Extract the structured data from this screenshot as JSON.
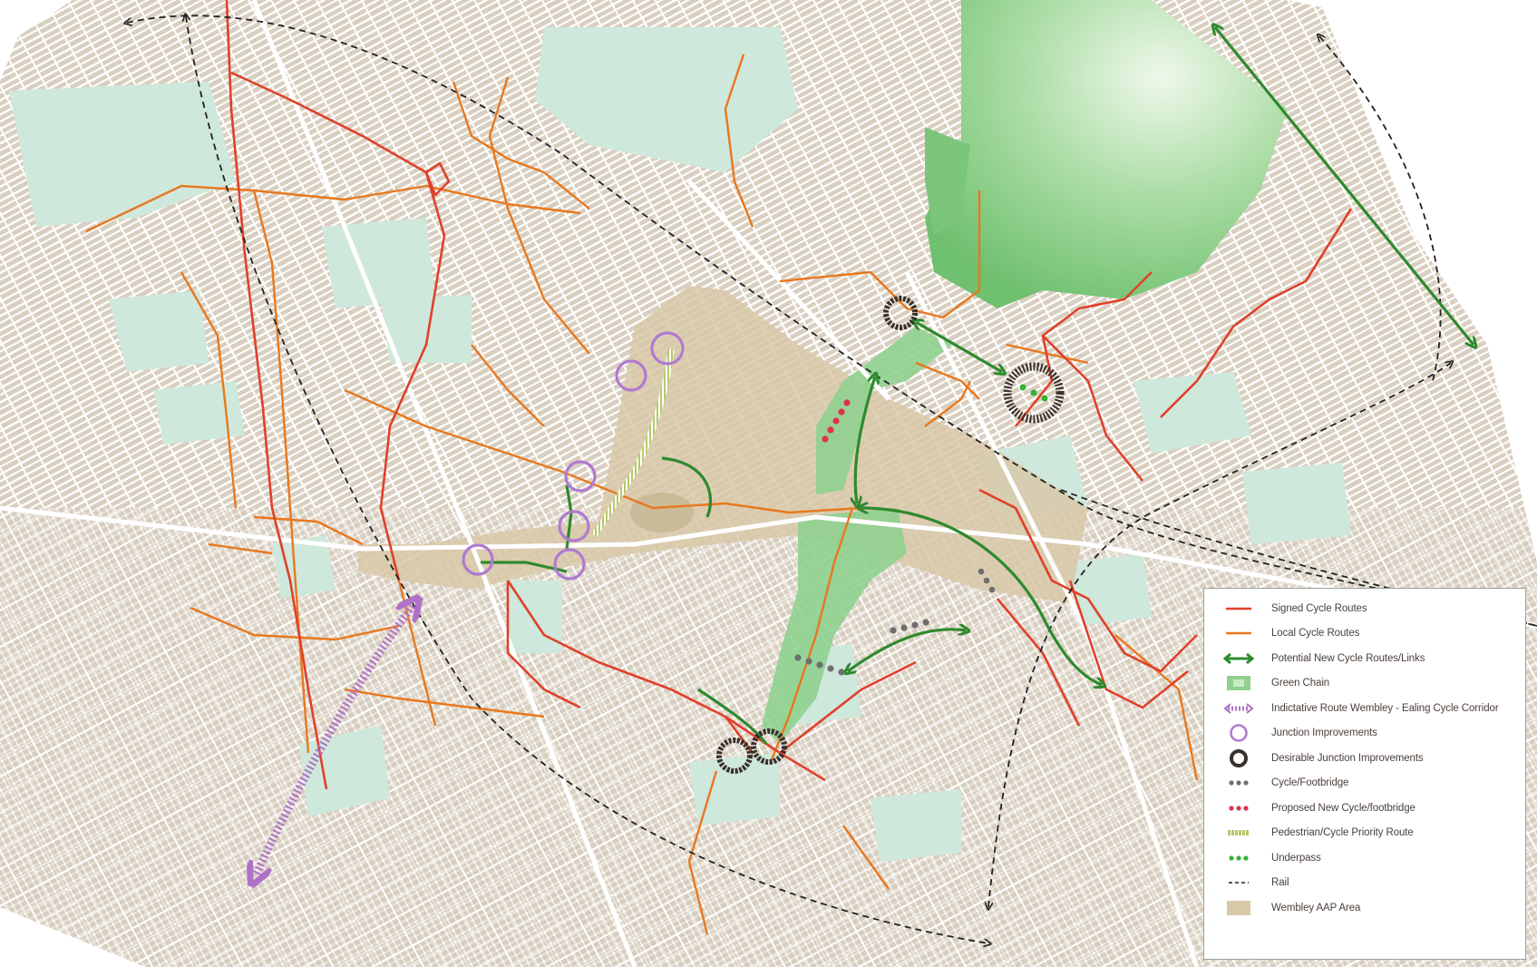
{
  "colors": {
    "background_blocks": "#d9cfc0",
    "roads": "#ffffff",
    "green_space": "#cfe8dc",
    "green_chain": "#7cc67c",
    "wembley_aap": "#d8c8a8",
    "signed_cycle": "#e0402a",
    "local_cycle": "#e8781e",
    "new_links": "#2e8a2e",
    "junction": "#b07ad0",
    "desirable_junction": "#3a302c",
    "footbridge": "#6e6e6e",
    "proposed_footbridge": "#e03050",
    "priority_route": "#b6c86a",
    "underpass": "#36b236",
    "rail": "#222222",
    "corridor": "#b070c8"
  },
  "legend": {
    "items": [
      {
        "key": "signed",
        "label": "Signed Cycle Routes",
        "icon": "red-line-icon"
      },
      {
        "key": "local",
        "label": "Local Cycle Routes",
        "icon": "orange-line-icon"
      },
      {
        "key": "new",
        "label": "Potential New Cycle Routes/Links",
        "icon": "green-double-arrow-icon"
      },
      {
        "key": "green",
        "label": "Green Chain",
        "icon": "green-square-icon"
      },
      {
        "key": "corridor",
        "label": "Indictative Route Wembley - Ealing Cycle Corridor",
        "icon": "purple-dotted-arrow-icon"
      },
      {
        "key": "junction",
        "label": "Junction Improvements",
        "icon": "purple-ring-icon"
      },
      {
        "key": "desirable",
        "label": "Desirable Junction Improvements",
        "icon": "dark-ring-icon"
      },
      {
        "key": "footbridge",
        "label": "Cycle/Footbridge",
        "icon": "grey-dots-icon"
      },
      {
        "key": "proposed",
        "label": "Proposed New Cycle/footbridge",
        "icon": "red-dots-icon"
      },
      {
        "key": "priority",
        "label": "Pedestrian/Cycle Priority Route",
        "icon": "hatched-line-icon"
      },
      {
        "key": "underpass",
        "label": "Underpass",
        "icon": "green-dots-icon"
      },
      {
        "key": "rail",
        "label": "Rail",
        "icon": "dashed-line-icon"
      },
      {
        "key": "aap",
        "label": "Wembley AAP Area",
        "icon": "beige-square-icon"
      }
    ]
  }
}
